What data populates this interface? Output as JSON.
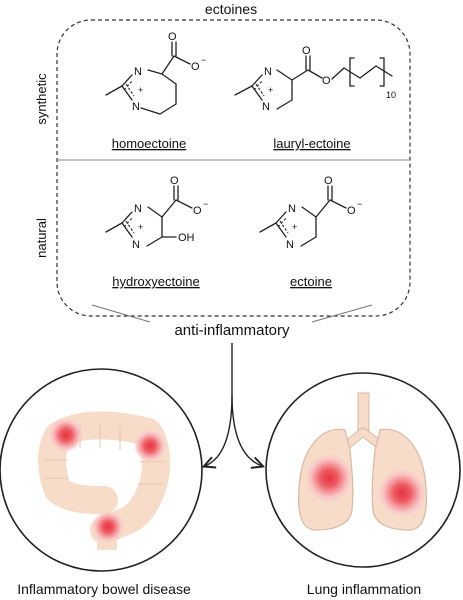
{
  "group_title": "ectoines",
  "rows": {
    "synthetic_label": "synthetic",
    "natural_label": "natural"
  },
  "compounds": {
    "homoectoine": "homoectoine",
    "lauryl_ectoine": "lauryl-ectoine",
    "hydroxyectoine": "hydroxyectoine",
    "ectoine": "ectoine"
  },
  "atoms": {
    "nitrogen": "N",
    "oxygen": "O",
    "hydroxyl": "OH",
    "carboxylate_charge": "−",
    "plus_charge": "+",
    "repeat_count": "10"
  },
  "effect_label": "anti-inflammatory",
  "diseases": {
    "ibd": "Inflammatory bowel disease",
    "lung": "Lung inflammation"
  },
  "colors": {
    "tissue": "#f6dcc9",
    "tissue_outline": "#d9b8a3",
    "inflammation_core": "#e8454f",
    "inflammation_halo": "#f5b3b6"
  }
}
